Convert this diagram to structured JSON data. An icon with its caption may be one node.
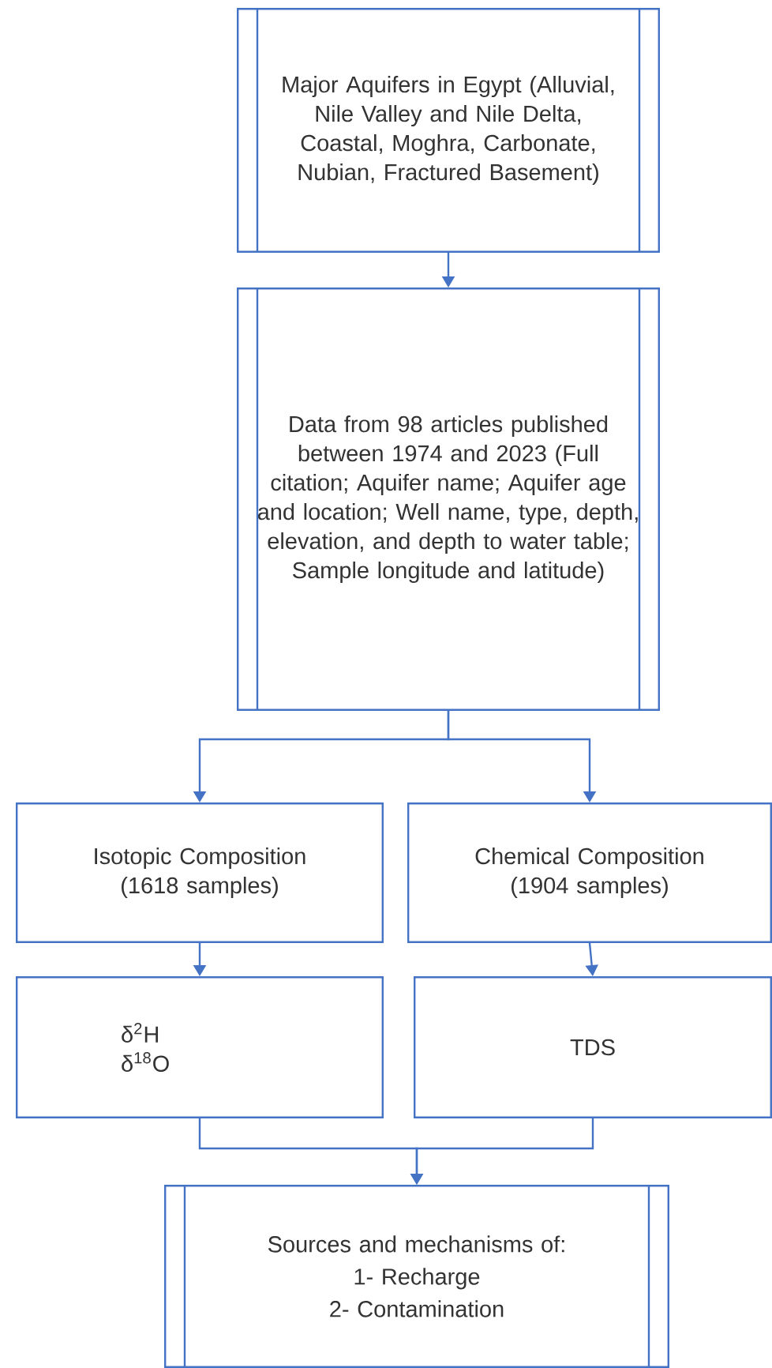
{
  "diagram": {
    "nodes": [
      {
        "text": [
          "Major Aquifers in Egypt (Alluvial, Nile Valley and Nile Delta, Coastal, Moghra, Carbonate, Nubian, Fractured Basement)"
        ]
      },
      {
        "text": [
          "Data from 98 articles published between 1974 and 2023 (Full citation; Aquifer name; Aquifer age and location; Well name, type, depth, elevation, and depth to water table; Sample longitude and latitude)"
        ]
      },
      {
        "text": [
          "Isotopic Composition (1618 samples)"
        ]
      },
      {
        "text": [
          "Chemical Composition (1904 samples)"
        ]
      },
      {
        "text": [
          "δ$^{2}$H",
          "δ$^{18}$O"
        ]
      },
      {
        "text": [
          "TDS"
        ]
      },
      {
        "text": [
          "Sources and mechanisms of:",
          "1- Recharge",
          "2- Contamination"
        ]
      }
    ],
    "edges": [
      {
        "from": 0,
        "to": 1,
        "arrow": "to"
      },
      {
        "from": 1,
        "to": 2,
        "arrow": "to"
      },
      {
        "from": 1,
        "to": 3,
        "arrow": "to"
      },
      {
        "from": 2,
        "to": 4,
        "arrow": "to"
      },
      {
        "from": 3,
        "to": 5,
        "arrow": "to"
      },
      {
        "from": 4,
        "to": 6,
        "arrow": "to"
      },
      {
        "from": 5,
        "to": 6,
        "arrow": "to"
      }
    ]
  }
}
